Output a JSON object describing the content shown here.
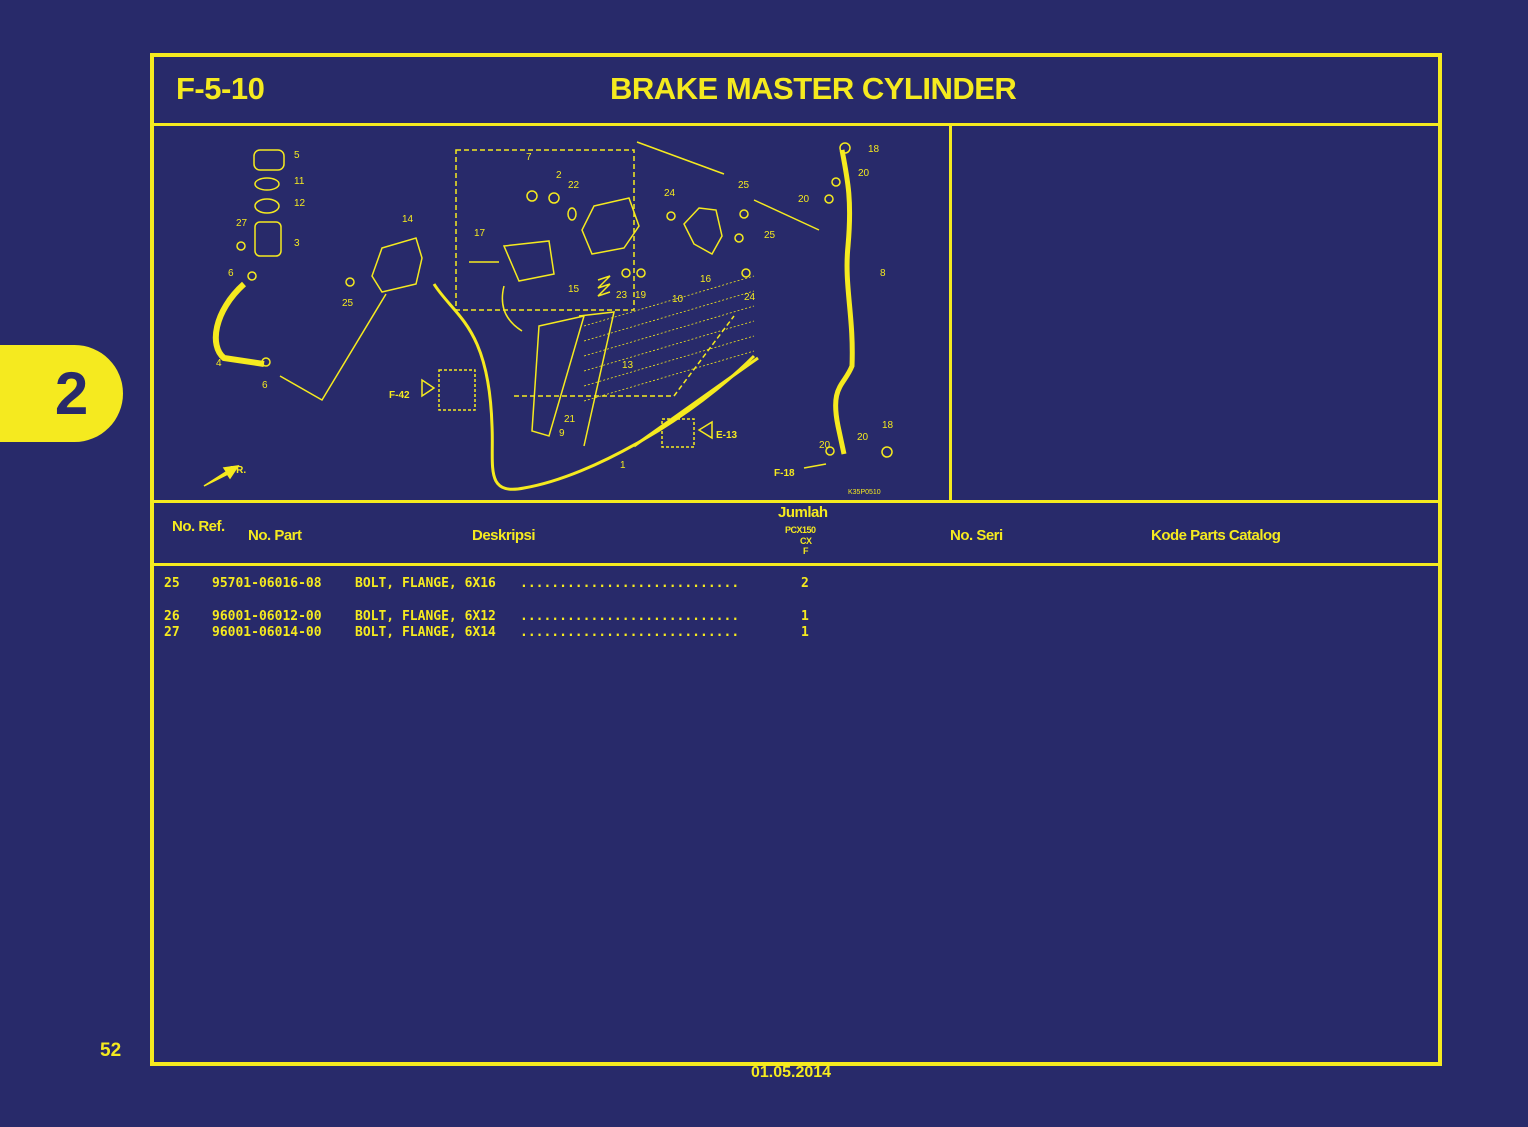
{
  "section_tab": "2",
  "header": {
    "code": "F-5-10",
    "title": "BRAKE MASTER CYLINDER"
  },
  "diagram": {
    "labels": [
      "5",
      "11",
      "12",
      "27",
      "3",
      "6",
      "4",
      "6",
      "25",
      "14",
      "17",
      "7",
      "2",
      "22",
      "24",
      "25",
      "20",
      "18",
      "20",
      "25",
      "16",
      "24",
      "15",
      "23",
      "19",
      "10",
      "8",
      "13",
      "21",
      "9",
      "1",
      "18",
      "20",
      "20"
    ],
    "refs": {
      "f42": "F-42",
      "e13": "E-13",
      "f18": "F-18"
    },
    "fr": "FR.",
    "image_code": "K35P0510"
  },
  "table": {
    "headers": {
      "ref": "No. Ref.",
      "part": "No. Part",
      "desc": "Deskripsi",
      "qty": "Jumlah",
      "qty_model": "PCX150",
      "qty_sub1": "CX",
      "qty_sub2": "F",
      "serial": "No. Seri",
      "catalog": "Kode Parts Catalog"
    },
    "rows": [
      {
        "ref": "25",
        "part": "95701-06016-08",
        "desc": "BOLT, FLANGE, 6X16",
        "dots": "............................",
        "qty": "2"
      },
      {
        "ref": "26",
        "part": "96001-06012-00",
        "desc": "BOLT, FLANGE, 6X12",
        "dots": "............................",
        "qty": "1"
      },
      {
        "ref": "27",
        "part": "96001-06014-00",
        "desc": "BOLT, FLANGE, 6X14",
        "dots": "............................",
        "qty": "1"
      }
    ]
  },
  "footer": {
    "page": "52",
    "date": "01.05.2014"
  },
  "colors": {
    "background": "#282a6a",
    "foreground": "#f5ea1f"
  }
}
